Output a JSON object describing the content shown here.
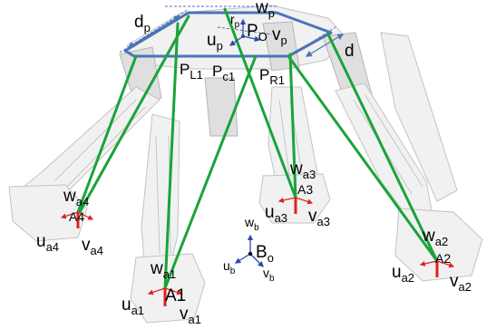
{
  "colors": {
    "leg": "#1aa33a",
    "platform": "#4a74b8",
    "dim": "#4a74b8",
    "axis_red": "#e02020",
    "axis_blue": "#2a4aa8",
    "text": "#000000"
  },
  "labels": {
    "dp": {
      "base": "d",
      "sub": "p"
    },
    "d": {
      "base": "d",
      "sub": ""
    },
    "rp": {
      "base": "r",
      "sub": "p"
    },
    "wp": {
      "base": "w",
      "sub": "p"
    },
    "up": {
      "base": "u",
      "sub": "p"
    },
    "po": {
      "base": "P",
      "sub": "O"
    },
    "vp": {
      "base": "v",
      "sub": "p"
    },
    "pl1": {
      "base": "P",
      "sub": "L1"
    },
    "pc1": {
      "base": "P",
      "sub": "c1"
    },
    "pr1": {
      "base": "P",
      "sub": "R1"
    },
    "wa4": {
      "base": "w",
      "sub": "a4"
    },
    "a4": {
      "base": "A4",
      "sub": ""
    },
    "ua4": {
      "base": "u",
      "sub": "a4"
    },
    "va4": {
      "base": "v",
      "sub": "a4"
    },
    "wa3": {
      "base": "w",
      "sub": "a3"
    },
    "a3": {
      "base": "A3",
      "sub": ""
    },
    "ua3": {
      "base": "u",
      "sub": "a3"
    },
    "va3": {
      "base": "v",
      "sub": "a3"
    },
    "wa2": {
      "base": "w",
      "sub": "a2"
    },
    "a2": {
      "base": "A2",
      "sub": ""
    },
    "ua2": {
      "base": "u",
      "sub": "a2"
    },
    "va2": {
      "base": "v",
      "sub": "a2"
    },
    "wa1": {
      "base": "w",
      "sub": "a1"
    },
    "a1": {
      "base": "A1",
      "sub": ""
    },
    "ua1": {
      "base": "u",
      "sub": "a1"
    },
    "va1": {
      "base": "v",
      "sub": "a1"
    },
    "wb": {
      "base": "w",
      "sub": "b"
    },
    "bo": {
      "base": "B",
      "sub": "o"
    },
    "ub": {
      "base": "u",
      "sub": "b"
    },
    "vb": {
      "base": "v",
      "sub": "b"
    }
  }
}
